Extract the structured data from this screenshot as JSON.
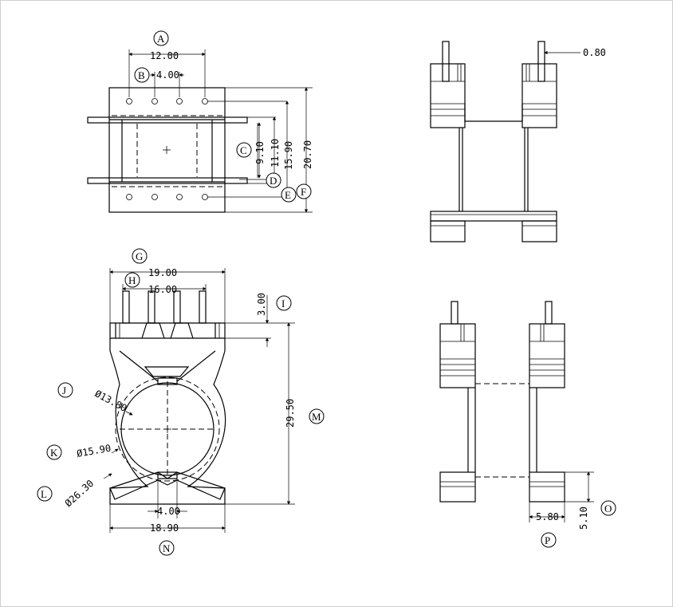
{
  "dimensions": {
    "A_width": "12.00",
    "B_pitch": "4.00",
    "C_height": "9.10",
    "D_height": "11.10",
    "E_height": "15.90",
    "F_height": "20.70",
    "G_width": "19.00",
    "H_width": "16.00",
    "I_pin": "3.00",
    "J_diameter": "Ø13.80",
    "K_diameter": "Ø15.90",
    "L_diameter": "Ø26.30",
    "M_height": "29.50",
    "N_slot": "4.00",
    "N_width": "18.90",
    "O_height": "5.10",
    "P_width": "5.80",
    "pin_dia": "0.80"
  },
  "labels": {
    "A": "A",
    "B": "B",
    "C": "C",
    "D": "D",
    "E": "E",
    "F": "F",
    "G": "G",
    "H": "H",
    "I": "I",
    "J": "J",
    "K": "K",
    "L": "L",
    "M": "M",
    "N": "N",
    "O": "O",
    "P": "P"
  }
}
